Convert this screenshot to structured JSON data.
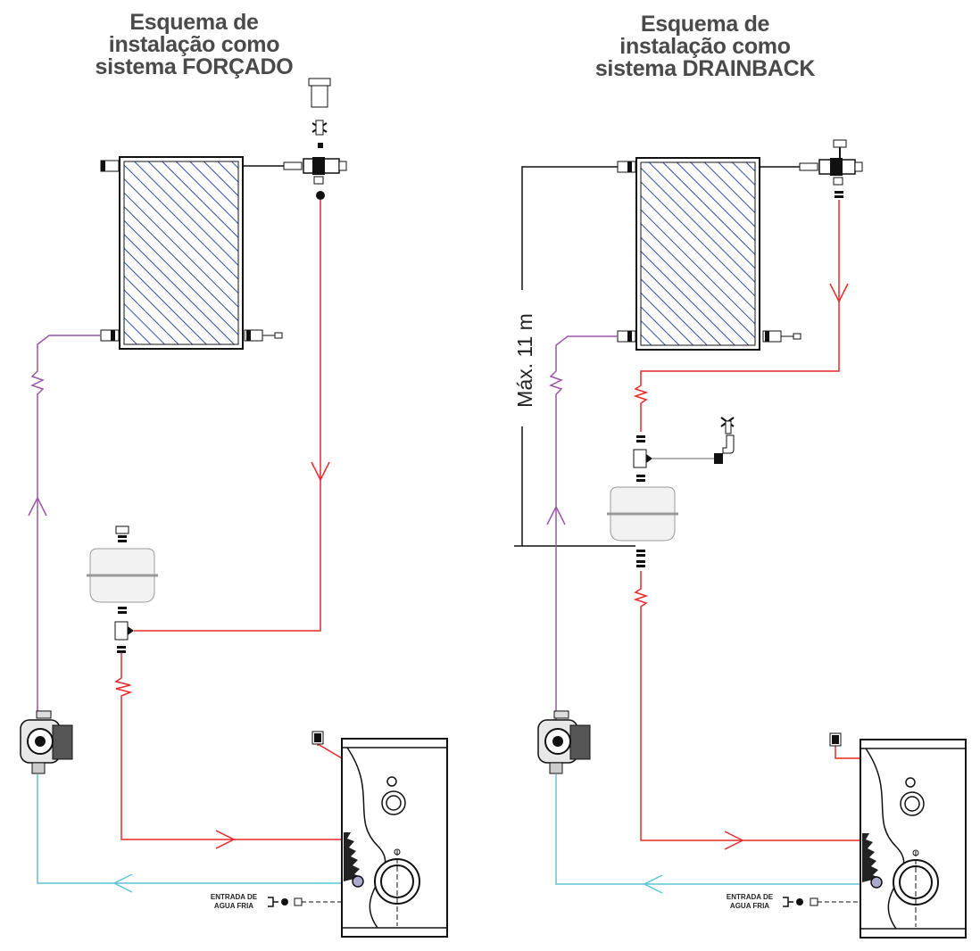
{
  "titles": {
    "forced": "Esquema de\ninstalação como\nsistema FORÇADO",
    "drainback": "Esquema de\ninstalação como\nsistema DRAINBACK"
  },
  "labels": {
    "cold_water_line1": "ENTRADA DE",
    "cold_water_line2": "AGUA FRIA",
    "max_height": "Máx. 11 m"
  },
  "colors": {
    "hot_line": "#e8292a",
    "return_line": "#9b55a8",
    "cold_line": "#5ec4d6",
    "collector_hatch": "#2f4fa3",
    "outline": "#111111"
  }
}
